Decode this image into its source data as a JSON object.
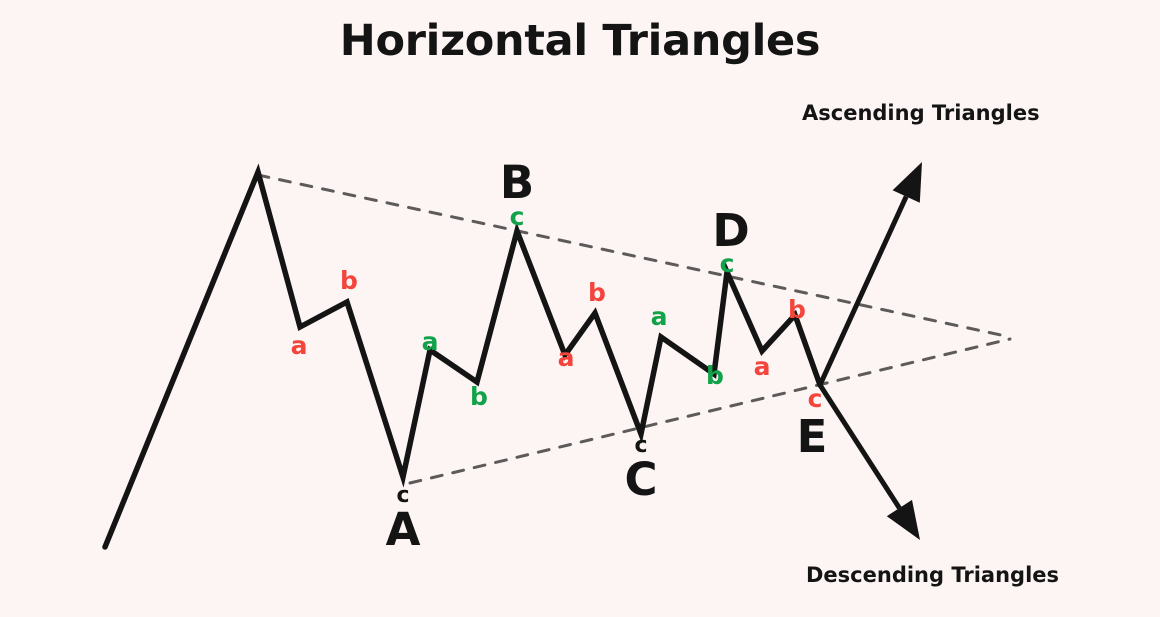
{
  "title": "Horizontal Triangles",
  "colors": {
    "background": "#fdf5f4",
    "wave": "#141414",
    "trendline": "#5c5a5a",
    "corrective_red": "#f4453c",
    "impulse_green": "#12a24a",
    "text": "#141414"
  },
  "annotations": {
    "ascending": "Ascending Triangles",
    "descending": "Descending Triangles"
  },
  "chart_data": {
    "type": "line",
    "title": "Horizontal Triangles",
    "xlabel": "",
    "ylabel": "",
    "grid": false,
    "legend_position": "none",
    "description": "Elliott Wave horizontal (contracting) triangle pattern with five legs A-B-C-D-E, each subdividing into a-b-c, bounded by two converging dashed trendlines and resolving into breakout arrows.",
    "xlim": [
      90,
      1040
    ],
    "ylim": [
      170,
      560
    ],
    "series": [
      {
        "name": "price-wave",
        "points": [
          [
            105,
            547
          ],
          [
            258,
            172
          ],
          [
            300,
            327
          ],
          [
            347,
            302
          ],
          [
            403,
            477
          ],
          [
            430,
            350
          ],
          [
            477,
            382
          ],
          [
            517,
            231
          ],
          [
            565,
            355
          ],
          [
            595,
            313
          ],
          [
            641,
            434
          ],
          [
            661,
            337
          ],
          [
            714,
            374
          ],
          [
            727,
            272
          ],
          [
            762,
            351
          ],
          [
            795,
            315
          ],
          [
            820,
            385
          ]
        ]
      }
    ],
    "major_points": [
      {
        "label": "A",
        "sub": "c",
        "sub_color": "black",
        "x": 403,
        "y": 477,
        "label_x": 403,
        "label_y": 545,
        "sub_x": 403,
        "sub_y": 502
      },
      {
        "label": "B",
        "sub": "c",
        "sub_color": "green",
        "x": 517,
        "y": 231,
        "label_x": 517,
        "label_y": 198,
        "sub_x": 517,
        "sub_y": 225
      },
      {
        "label": "C",
        "sub": "c",
        "sub_color": "black",
        "x": 641,
        "y": 434,
        "label_x": 641,
        "label_y": 495,
        "sub_x": 641,
        "sub_y": 452
      },
      {
        "label": "D",
        "sub": "c",
        "sub_color": "green",
        "x": 727,
        "y": 272,
        "label_x": 731,
        "label_y": 246,
        "sub_x": 727,
        "sub_y": 272
      },
      {
        "label": "E",
        "sub": "c",
        "sub_color": "red",
        "x": 820,
        "y": 385,
        "label_x": 812,
        "label_y": 452,
        "sub_x": 815,
        "sub_y": 407
      }
    ],
    "minor_points": [
      {
        "label": "a",
        "color": "red",
        "x": 299,
        "y": 354
      },
      {
        "label": "b",
        "color": "red",
        "x": 349,
        "y": 289
      },
      {
        "label": "a",
        "color": "green",
        "x": 430,
        "y": 350
      },
      {
        "label": "b",
        "color": "green",
        "x": 479,
        "y": 405
      },
      {
        "label": "a",
        "color": "red",
        "x": 566,
        "y": 366
      },
      {
        "label": "b",
        "color": "red",
        "x": 597,
        "y": 301
      },
      {
        "label": "a",
        "color": "green",
        "x": 659,
        "y": 325
      },
      {
        "label": "b",
        "color": "green",
        "x": 715,
        "y": 384
      },
      {
        "label": "a",
        "color": "red",
        "x": 762,
        "y": 375
      },
      {
        "label": "b",
        "color": "red",
        "x": 797,
        "y": 318
      }
    ],
    "trendlines": [
      {
        "name": "upper-resistance",
        "from": [
          258,
          175
        ],
        "to": [
          1010,
          337
        ]
      },
      {
        "name": "lower-support",
        "from": [
          410,
          483
        ],
        "to": [
          1010,
          339
        ]
      }
    ],
    "breakout_arrows": [
      {
        "name": "ascending-breakout",
        "from": [
          820,
          385
        ],
        "to": [
          922,
          162
        ],
        "direction": "up"
      },
      {
        "name": "descending-breakout",
        "from": [
          820,
          385
        ],
        "to": [
          920,
          540
        ],
        "direction": "down"
      }
    ]
  }
}
